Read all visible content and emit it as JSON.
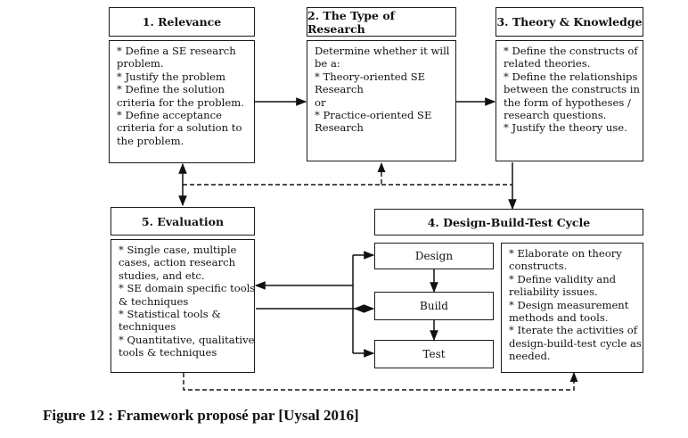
{
  "relevance": {
    "title": "1. Relevance",
    "lines": [
      "* Define a SE research",
      "problem.",
      "* Justify the problem",
      "* Define the solution",
      "criteria for the problem.",
      "* Define acceptance",
      "criteria for a solution to",
      "the problem."
    ]
  },
  "research_type": {
    "title": "2. The Type of Research",
    "lines": [
      "Determine whether it will",
      "be a:",
      "* Theory-oriented SE",
      "Research",
      "or",
      "* Practice-oriented SE",
      "Research"
    ]
  },
  "theory": {
    "title": "3. Theory & Knowledge",
    "lines": [
      "* Define the constructs of",
      "related theories.",
      "* Define the relationships",
      "between the constructs in",
      "the form of hypotheses /",
      "research questions.",
      "* Justify the theory use."
    ]
  },
  "evaluation": {
    "title": "5. Evaluation",
    "lines": [
      "* Single case, multiple",
      "cases, action research",
      "studies, and etc.",
      "* SE domain specific tools",
      "& techniques",
      "* Statistical tools &",
      "techniques",
      "* Quantitative, qualitative",
      "tools & techniques"
    ]
  },
  "cycle": {
    "title": "4. Design-Build-Test Cycle",
    "stages": [
      "Design",
      "Build",
      "Test"
    ],
    "lines": [
      "* Elaborate on theory",
      "constructs.",
      "* Define validity and",
      "reliability issues.",
      "* Design measurement",
      "methods and tools.",
      "* Iterate the activities of",
      "design-build-test cycle as",
      "needed."
    ]
  },
  "caption": "Figure 12 : Framework proposé par [Uysal 2016]"
}
